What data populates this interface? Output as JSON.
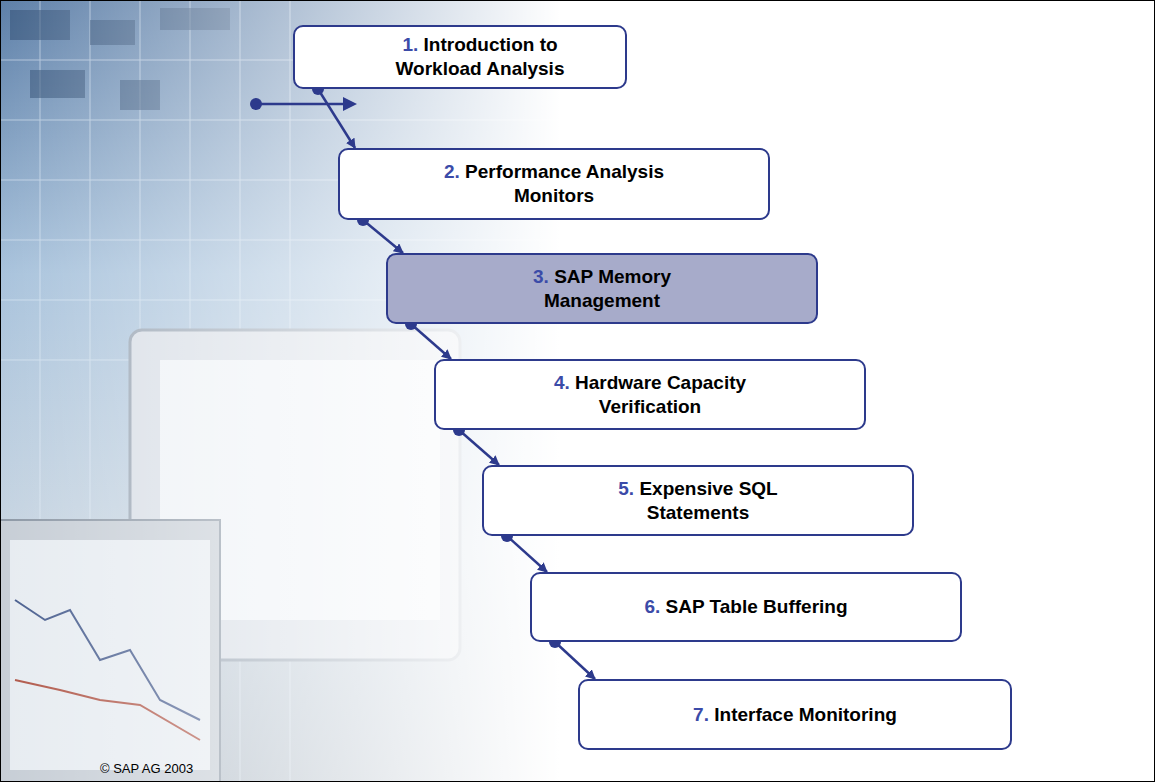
{
  "diagram": {
    "nodes": [
      {
        "text": [
          "1. Introduction to Workload Analysis"
        ]
      },
      {
        "text": [
          "2. Performance Analysis Monitors"
        ]
      },
      {
        "text": [
          "3. SAP Memory Management"
        ]
      },
      {
        "text": [
          "4. Hardware Capacity Verification"
        ]
      },
      {
        "text": [
          "5. Expensive SQL Statements"
        ]
      },
      {
        "text": [
          "6. SAP Table Buffering"
        ]
      },
      {
        "text": [
          "7. Interface Monitoring"
        ]
      }
    ],
    "edges": [
      {
        "from": 0,
        "to": 1,
        "arrow": "to"
      },
      {
        "from": 1,
        "to": 2,
        "arrow": "to"
      },
      {
        "from": 2,
        "to": 3,
        "arrow": "to"
      },
      {
        "from": 3,
        "to": 4,
        "arrow": "to"
      },
      {
        "from": 4,
        "to": 5,
        "arrow": "to"
      },
      {
        "from": 5,
        "to": 6,
        "arrow": "to"
      }
    ],
    "labels": [
      "© SAP AG 2003"
    ]
  }
}
